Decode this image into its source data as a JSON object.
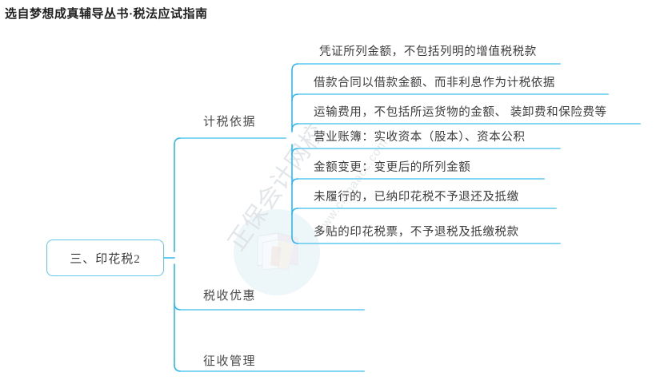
{
  "header": {
    "title": "选自梦想成真辅导丛书·税法应试指南"
  },
  "mindmap": {
    "root": {
      "label": "三、印花税2"
    },
    "branches": [
      {
        "label": "计税依据"
      },
      {
        "label": "税收优惠"
      },
      {
        "label": "征收管理"
      }
    ],
    "leaves": [
      {
        "text": "凭证所列金额，不包括列明的增值税税款"
      },
      {
        "text": "借款合同以借款金额、而非利息作为计税依据"
      },
      {
        "text": "运输费用，不包括所运货物的金额、 装卸费和保险费等"
      },
      {
        "text": "营业账簿：实收资本（股本）、资本公积"
      },
      {
        "text": "金额变更：变更后的所列金额"
      },
      {
        "text": "未履行的，已纳印花税不予退还及抵缴"
      },
      {
        "text": "多贴的印花税票，不予退税及抵缴税款"
      }
    ]
  },
  "watermark": {
    "brand_text": "正保会计网校",
    "site_text": "www.chinaacc.com"
  },
  "colors": {
    "line": "#2fb8ef",
    "node_border": "#5ec8ef",
    "underline": "#7fd4f0",
    "title_text": "#222222",
    "body_text": "#3c3c3c",
    "watermark": "#d9dee2",
    "watermark_circle": "#eaf4f8"
  }
}
